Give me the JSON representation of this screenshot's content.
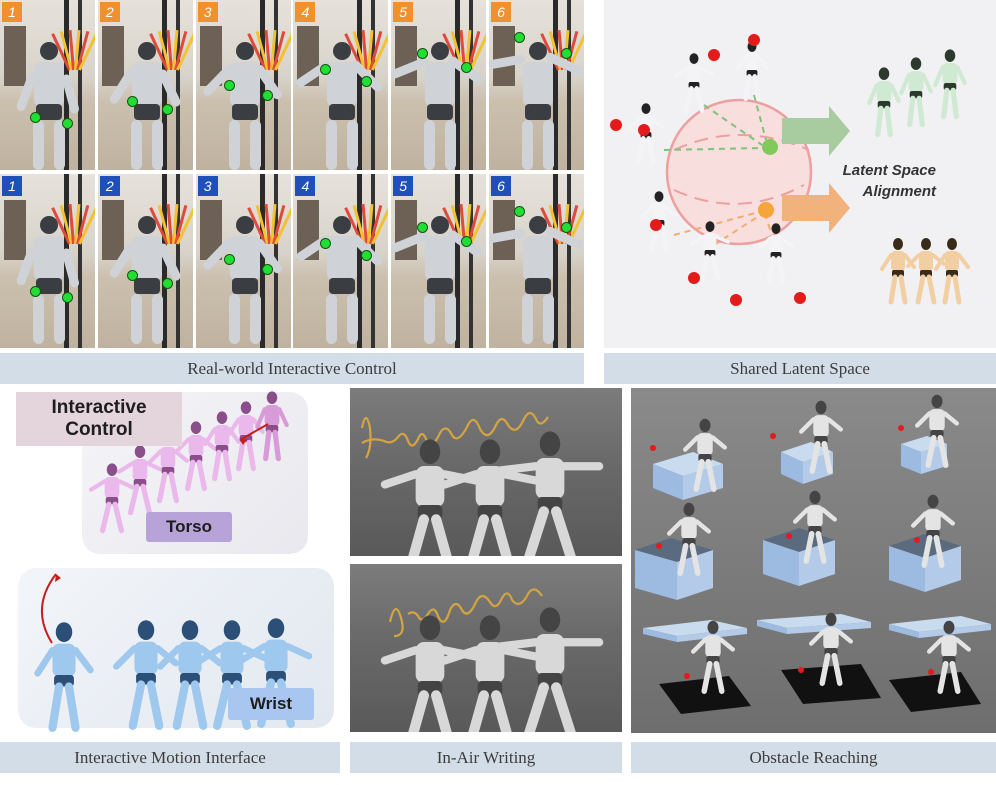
{
  "captions": {
    "real_world": "Real-world Interactive Control",
    "latent": "Shared Latent Space",
    "motion_interface": "Interactive Motion Interface",
    "air_writing": "In-Air Writing",
    "obstacle": "Obstacle Reaching"
  },
  "real_world": {
    "top_row_numbers": [
      "1",
      "2",
      "3",
      "4",
      "5",
      "6"
    ],
    "bottom_row_numbers": [
      "1",
      "2",
      "3",
      "4",
      "5",
      "6"
    ]
  },
  "latent": {
    "label_line1": "Latent Space",
    "label_line2": "Alignment"
  },
  "motion_interface": {
    "control_label_line1": "Interactive",
    "control_label_line2": "Control",
    "torso_label": "Torso",
    "wrist_label": "Wrist"
  },
  "colors": {
    "caption_bg": "#d3dde7",
    "badge_orange": "#f0912f",
    "badge_blue": "#1f4fb8",
    "green_arrow": "#a9cba0",
    "orange_arrow": "#f1b27c",
    "circle": "#f3b6b6",
    "torso_label_bg": "#b7a3d8",
    "wrist_label_bg": "#a8c6ef",
    "control_label_bg": "#e4d4dc"
  }
}
